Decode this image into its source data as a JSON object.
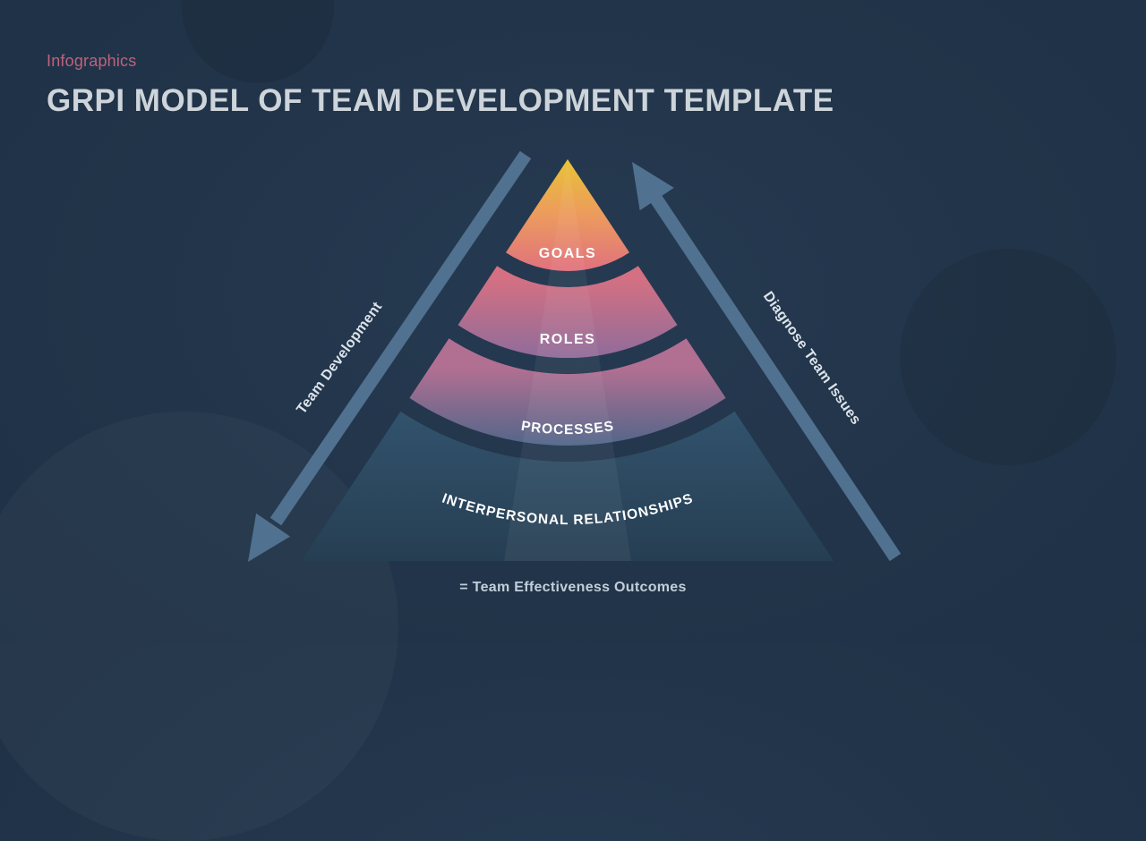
{
  "slide": {
    "eyebrow": "Infographics",
    "title": "GRPI MODEL OF TEAM DEVELOPMENT TEMPLATE",
    "footnote": "= Team Effectiveness Outcomes"
  },
  "diagram": {
    "left_arrow_label": "Team Development",
    "right_arrow_label": "Diagnose Team Issues",
    "arrow_color": "#50718f",
    "segments": [
      {
        "label": "GOALS",
        "color_top": "#e9c335",
        "color_mid": "#ec9a5e",
        "color_bottom": "#e07080"
      },
      {
        "label": "ROLES",
        "color_top": "#d57082",
        "color_bottom": "#8e6c9b"
      },
      {
        "label": "PROCESSES",
        "color_top": "#b16f92",
        "color_bottom": "#4f6689"
      },
      {
        "label": "INTERPERSONAL RELATIONSHIPS",
        "color_top": "#32536d",
        "color_bottom": "#263e52"
      }
    ]
  },
  "colors": {
    "background": "#223449",
    "eyebrow_text": "#bd637d",
    "title_text": "#cdd4da",
    "segment_label_text": "#ffffff",
    "arrow_label_text": "#dce3ea",
    "footnote_text": "#c2cedb"
  }
}
